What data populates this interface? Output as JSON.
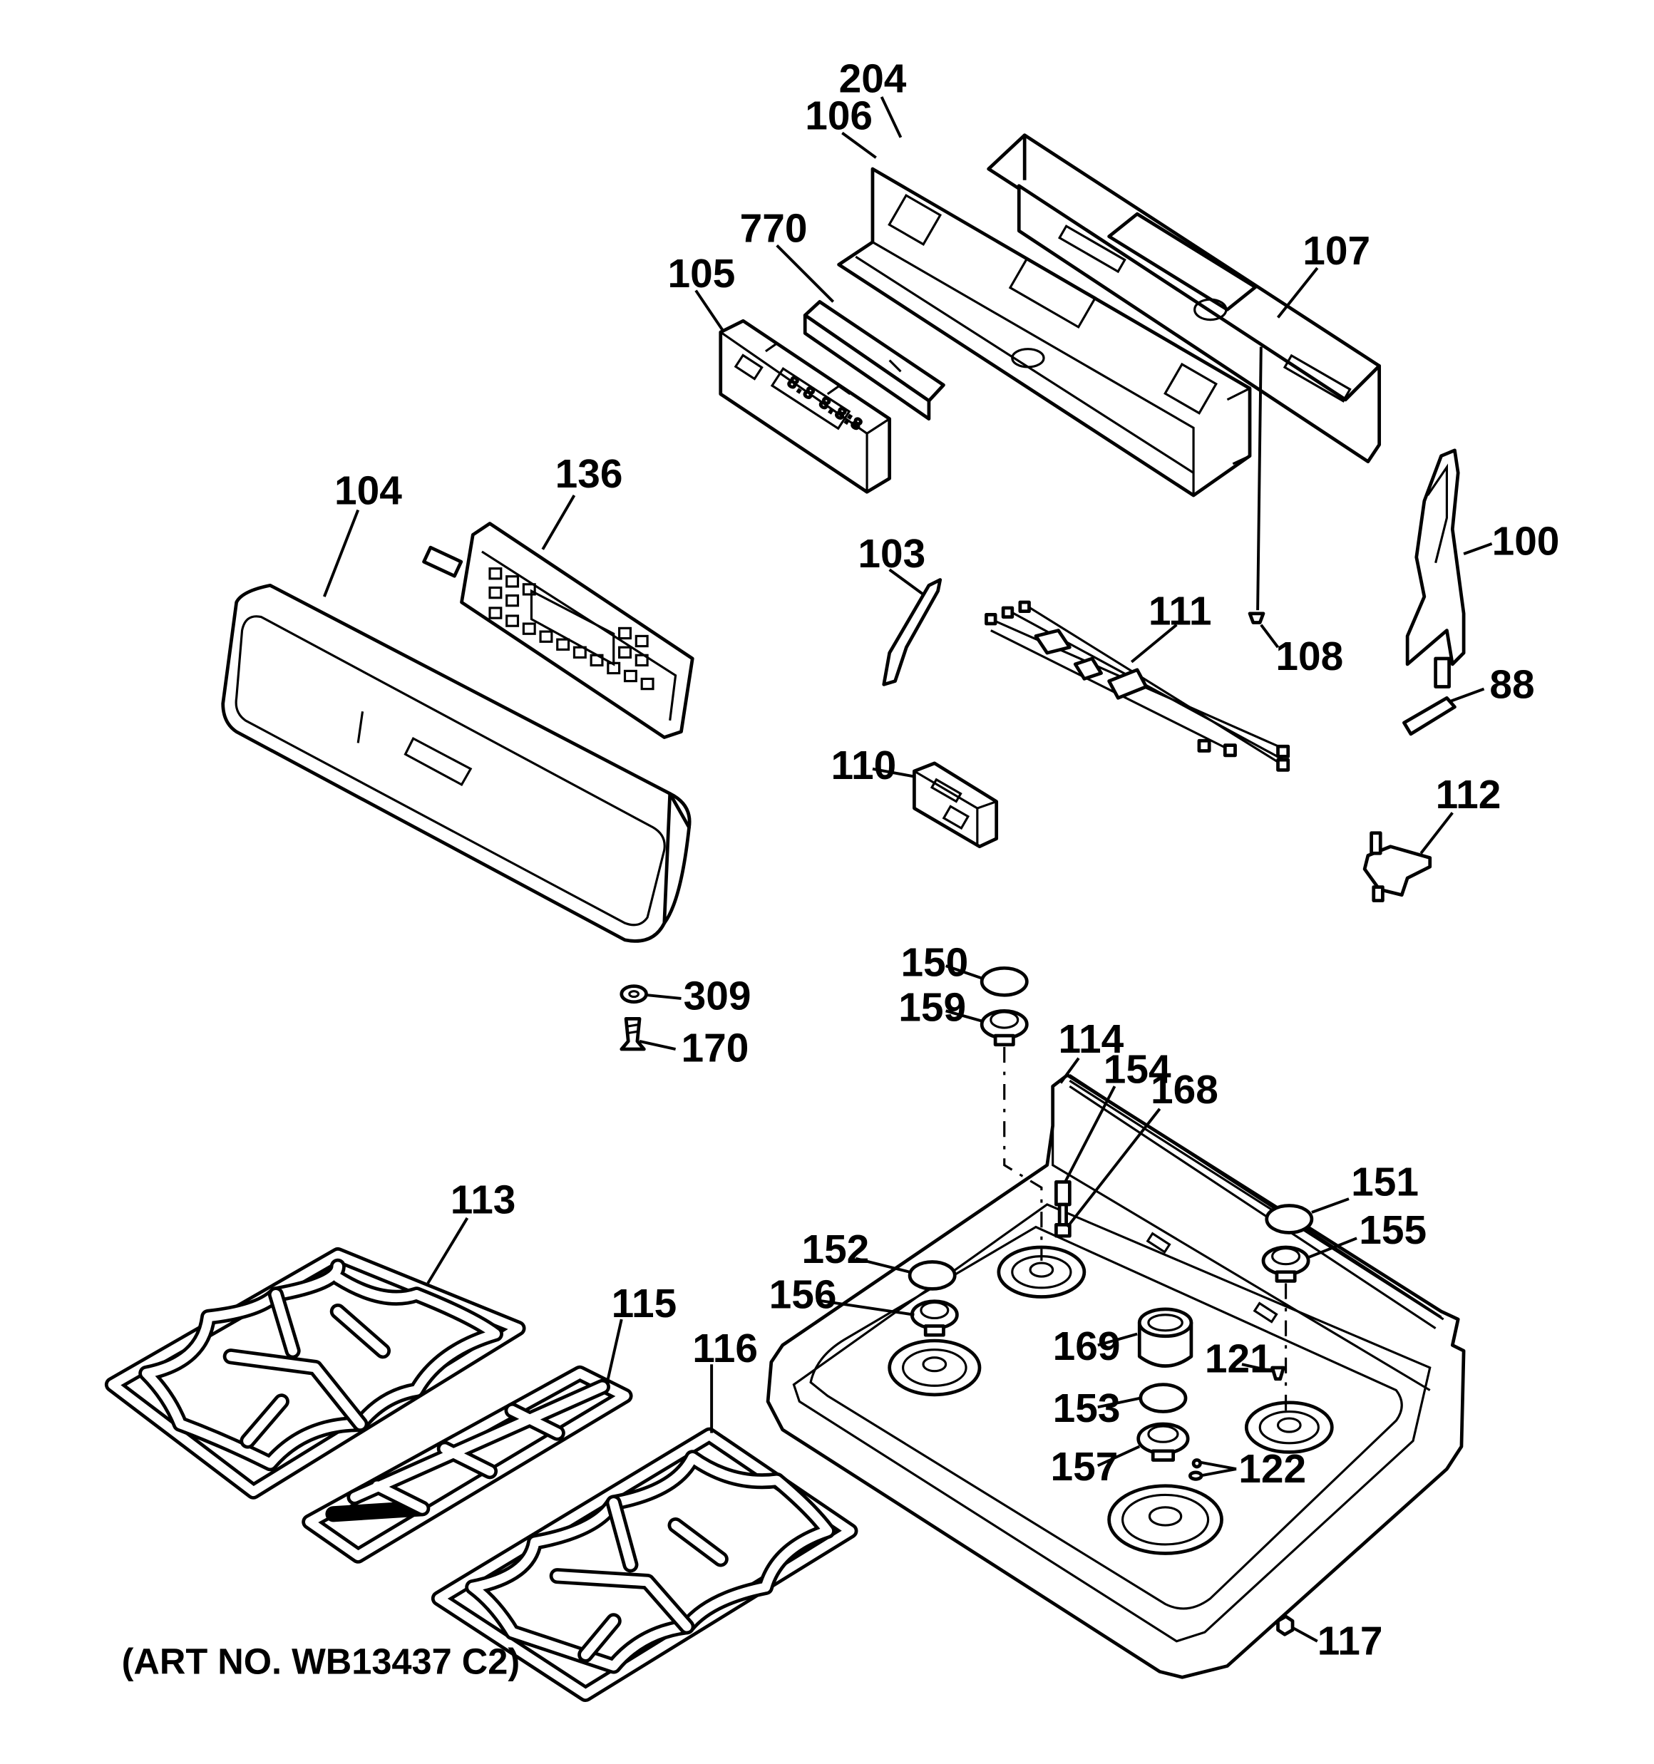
{
  "art_number": "(ART NO. WB13437 C2)",
  "callouts": {
    "c204": "204",
    "c106": "106",
    "c770": "770",
    "c105": "105",
    "c107": "107",
    "c104": "104",
    "c136": "136",
    "c103": "103",
    "c111": "111",
    "c100": "100",
    "c108": "108",
    "c88": "88",
    "c110": "110",
    "c112": "112",
    "c309": "309",
    "c170": "170",
    "c150": "150",
    "c159": "159",
    "c114": "114",
    "c154": "154",
    "c168": "168",
    "c151": "151",
    "c155": "155",
    "c152": "152",
    "c156": "156",
    "c169": "169",
    "c121": "121",
    "c153": "153",
    "c157": "157",
    "c122": "122",
    "c113": "113",
    "c115": "115",
    "c116": "116",
    "c117": "117"
  }
}
